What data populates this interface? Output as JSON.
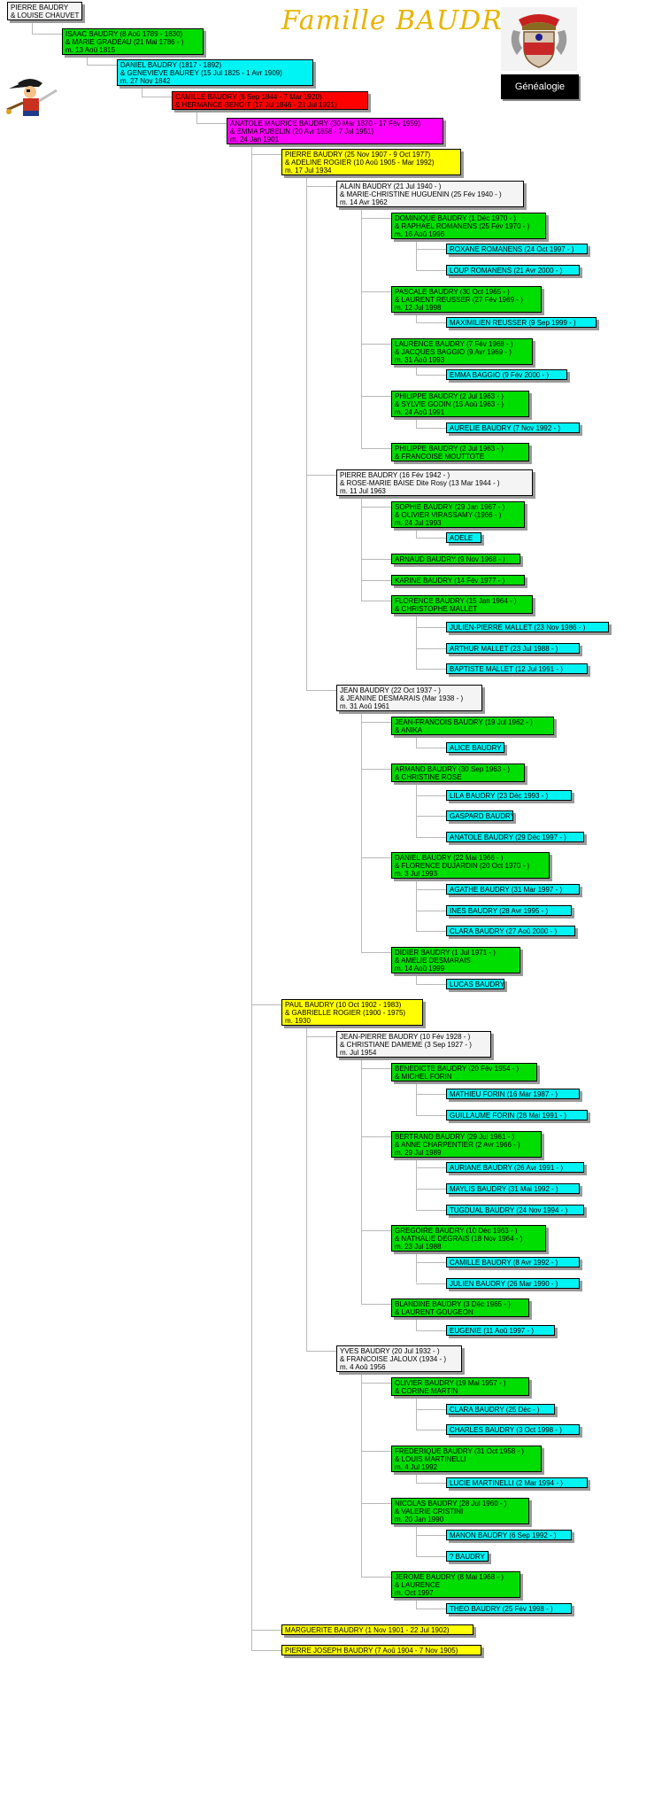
{
  "header": {
    "title": "Famille BAUDRY",
    "genealogie_label": "Généalogie"
  },
  "colors": {
    "c1": "#f4f4f4",
    "c2": "#00dd00",
    "c3": "#00f4f4",
    "c4": "#ff0000",
    "c5": "#ff00ff",
    "c6": "#ffff00"
  },
  "icons": [
    "family-crest-icon",
    "pirate-mascot-icon"
  ],
  "tree": [
    {
      "g": 0,
      "c": "c1",
      "lines": [
        "PIERRE BAUDRY",
        "& LOUISE CHAUVET"
      ]
    },
    {
      "g": 1,
      "c": "c2",
      "lines": [
        "ISAAC BAUDRY (8 Aoû 1789 - 1830)",
        "& MARIE GRADEAU (21 Mai 1786 - )",
        "m. 13 Aoû 1815"
      ]
    },
    {
      "g": 2,
      "c": "c3",
      "lines": [
        "DANIEL BAUDRY (1817 - 1892)",
        "& GENEVIEVE BAUREY (15 Jul 1825 - 1 Avr 1909)",
        "m. 27 Nov 1842"
      ]
    },
    {
      "g": 3,
      "c": "c4",
      "lines": [
        "CAMILLE BAUDRY (6 Sep 1844 - 7 Mar 1920)",
        "& HERMANCE BENOIT (17 Jul 1846 - 21 Jul 1921)"
      ]
    },
    {
      "g": 4,
      "c": "c5",
      "lines": [
        "ANATOLE MAURICE BAUDRY (30 Mar 1870 - 17 Fév 1959)",
        "& EMMA RUBELIN (20 Avr 1858 - 7 Jul 1951)",
        "m. 24 Jan 1901"
      ]
    },
    {
      "g": 5,
      "c": "c6",
      "lines": [
        "PIERRE BAUDRY (25 Nov 1907 - 9 Oct 1977)",
        "& ADELINE ROGIER (10 Aoû 1905 - Mar 1992)",
        "m. 17 Jul 1934"
      ]
    },
    {
      "g": 6,
      "c": "c1",
      "lines": [
        "ALAIN BAUDRY (21 Jul 1940 - )",
        "& MARIE-CHRISTINE HUGUENIN (25 Fév 1940 - )",
        "m. 14 Avr 1962"
      ]
    },
    {
      "g": 7,
      "c": "c2",
      "lines": [
        "DOMINIQUE BAUDRY (1 Déc 1970 - )",
        "& RAPHAEL ROMANENS (25 Fév 1970 - )",
        "m. 16 Aoû 1996"
      ]
    },
    {
      "g": 8,
      "c": "c3",
      "lines": [
        "ROXANE ROMANENS (24 Oct 1997 - )"
      ]
    },
    {
      "g": 8,
      "c": "c3",
      "lines": [
        "LOUP ROMANENS (21 Avr 2000 - )"
      ]
    },
    {
      "g": 7,
      "c": "c2",
      "lines": [
        "PASCALE BAUDRY (30 Oct 1965 - )",
        "& LAURENT REUSSER (27 Fév 1969 - )",
        "m. 12 Jul 1998"
      ]
    },
    {
      "g": 8,
      "c": "c3",
      "lines": [
        "MAXIMILIEN REUSSER (9 Sep 1999 - )"
      ]
    },
    {
      "g": 7,
      "c": "c2",
      "lines": [
        "LAURENCE BAUDRY (7 Fév 1968 - )",
        "& JACQUES BAGGIO (9 Avr 1969 - )",
        "m. 31 Aoû 1993"
      ]
    },
    {
      "g": 8,
      "c": "c3",
      "lines": [
        "EMMA BAGGIO (9 Fév 2000 - )"
      ]
    },
    {
      "g": 7,
      "c": "c2",
      "lines": [
        "PHILIPPE BAUDRY (2 Jul 1963 - )",
        "& SYLVIE GODIN (15 Aoû 1963 - )",
        "m. 24 Aoû 1991"
      ]
    },
    {
      "g": 8,
      "c": "c3",
      "lines": [
        "AURELIE BAUDRY (7 Nov 1992 - )"
      ]
    },
    {
      "g": 7,
      "c": "c2",
      "lines": [
        "PHILIPPE BAUDRY (2 Jul 1963 - )",
        "& FRANCOISE MOUTTOTE"
      ]
    },
    {
      "g": 6,
      "c": "c1",
      "lines": [
        "PIERRE BAUDRY (16 Fév 1942 - )",
        "& ROSE-MARIE BAISE Dite Rosy (13 Mar 1944 - )",
        "m. 11 Jul 1963"
      ]
    },
    {
      "g": 7,
      "c": "c2",
      "lines": [
        "SOPHIE BAUDRY (29 Jan 1967 - )",
        "& OLIVIER VIRASSAMY (1966 - )",
        "m. 24 Jul 1993"
      ]
    },
    {
      "g": 8,
      "c": "c3",
      "lines": [
        "ADELE"
      ]
    },
    {
      "g": 7,
      "c": "c2",
      "lines": [
        "ARNAUD BAUDRY (9 Nov 1968 - )"
      ]
    },
    {
      "g": 7,
      "c": "c2",
      "lines": [
        "KARINE BAUDRY (14 Fév 1977 - )"
      ]
    },
    {
      "g": 7,
      "c": "c2",
      "lines": [
        "FLORENCE BAUDRY (15 Jan 1964 - )",
        "& CHRISTOPHE MALLET"
      ]
    },
    {
      "g": 8,
      "c": "c3",
      "lines": [
        "JULIEN-PIERRE MALLET (23 Nov 1986 - )"
      ]
    },
    {
      "g": 8,
      "c": "c3",
      "lines": [
        "ARTHUR MALLET (23 Jul 1988 - )"
      ]
    },
    {
      "g": 8,
      "c": "c3",
      "lines": [
        "BAPTISTE MALLET (12 Jul 1991 - )"
      ]
    },
    {
      "g": 6,
      "c": "c1",
      "lines": [
        "JEAN BAUDRY (22 Oct 1937 - )",
        "& JEANINE DESMARAIS (Mar 1938 - )",
        "m. 31 Aoû 1961"
      ]
    },
    {
      "g": 7,
      "c": "c2",
      "lines": [
        "JEAN-FRANCOIS BAUDRY (19 Jul 1962 - )",
        "& ANIKA"
      ]
    },
    {
      "g": 8,
      "c": "c3",
      "lines": [
        "ALICE BAUDRY"
      ]
    },
    {
      "g": 7,
      "c": "c2",
      "lines": [
        "ARMAND BAUDRY (30 Sep 1963 - )",
        "& CHRISTINE ROSE"
      ]
    },
    {
      "g": 8,
      "c": "c3",
      "lines": [
        "LILA BAUDRY (23 Déc 1993 - )"
      ]
    },
    {
      "g": 8,
      "c": "c3",
      "lines": [
        "GASPARD BAUDRY"
      ]
    },
    {
      "g": 8,
      "c": "c3",
      "lines": [
        "ANATOLE BAUDRY (29 Déc 1997 - )"
      ]
    },
    {
      "g": 7,
      "c": "c2",
      "lines": [
        "DANIEL BAUDRY (22 Mai 1966 - )",
        "& FLORENCE DUJARDIN (20 Oct 1970 - )",
        "m. 3 Jul 1993"
      ]
    },
    {
      "g": 8,
      "c": "c3",
      "lines": [
        "AGATHE BAUDRY (31 Mar 1997 - )"
      ]
    },
    {
      "g": 8,
      "c": "c3",
      "lines": [
        "INES BAUDRY (28 Avr 1995 - )"
      ]
    },
    {
      "g": 8,
      "c": "c3",
      "lines": [
        "CLARA BAUDRY (27 Aoû 2000 - )"
      ]
    },
    {
      "g": 7,
      "c": "c2",
      "lines": [
        "DIDIER BAUDRY (1 Jul 1971 - )",
        "& AMELIE DESMARAIS",
        "m. 14 Aoû 1999"
      ]
    },
    {
      "g": 8,
      "c": "c3",
      "lines": [
        "LUCAS BAUDRY"
      ]
    },
    {
      "g": 5,
      "c": "c6",
      "lines": [
        "PAUL BAUDRY (10 Oct 1902 - 1983)",
        "& GABRIELLE ROGIER (1900 - 1975)",
        "m. 1930"
      ]
    },
    {
      "g": 6,
      "c": "c1",
      "lines": [
        "JEAN-PIERRE BAUDRY (10 Fév 1928 - )",
        "& CHRISTIANE DAMEME (3 Sep 1927 - )",
        "m. Jul 1954"
      ]
    },
    {
      "g": 7,
      "c": "c2",
      "lines": [
        "BENEDICTE BAUDRY (20 Fév 1954 - )",
        "& MICHEL FORIN"
      ]
    },
    {
      "g": 8,
      "c": "c3",
      "lines": [
        "MATHIEU FORIN (16 Mar 1987 - )"
      ]
    },
    {
      "g": 8,
      "c": "c3",
      "lines": [
        "GUILLAUME FORIN (28 Mai 1991 - )"
      ]
    },
    {
      "g": 7,
      "c": "c2",
      "lines": [
        "BERTRAND BAUDRY (29 Jul 1961 - )",
        "& ANNE CHARPENTIER (2 Avr 1966 - )",
        "m. 29 Jul 1989"
      ]
    },
    {
      "g": 8,
      "c": "c3",
      "lines": [
        "AURIANE BAUDRY (26 Avr 1991 - )"
      ]
    },
    {
      "g": 8,
      "c": "c3",
      "lines": [
        "MAYLIS BAUDRY (31 Mai 1992 - )"
      ]
    },
    {
      "g": 8,
      "c": "c3",
      "lines": [
        "TUGDUAL BAUDRY (24 Nov 1994 - )"
      ]
    },
    {
      "g": 7,
      "c": "c2",
      "lines": [
        "GREGOIRE BAUDRY (10 Déc 1963 - )",
        "& NATHALIE DEGRAIS (18 Nov 1964 - )",
        "m. 23 Jul 1988"
      ]
    },
    {
      "g": 8,
      "c": "c3",
      "lines": [
        "CAMILLE BAUDRY (8 Avr 1992 - )"
      ]
    },
    {
      "g": 8,
      "c": "c3",
      "lines": [
        "JULIEN BAUDRY (26 Mar 1990 - )"
      ]
    },
    {
      "g": 7,
      "c": "c2",
      "lines": [
        "BLANDINE BAUDRY (3 Déc 1965 - )",
        "& LAURENT GOUGEON"
      ]
    },
    {
      "g": 8,
      "c": "c3",
      "lines": [
        "EUGENIE (11 Aoû 1997 - )"
      ]
    },
    {
      "g": 6,
      "c": "c1",
      "lines": [
        "YVES BAUDRY (20 Jul 1932 - )",
        "& FRANCOISE JALOUX (1934 - )",
        "m. 4 Aoû 1956"
      ]
    },
    {
      "g": 7,
      "c": "c2",
      "lines": [
        "OLIVIER BAUDRY (19 Mai 1957 - )",
        "& CORINE MARTIN"
      ]
    },
    {
      "g": 8,
      "c": "c3",
      "lines": [
        "CLARA BAUDRY (25 Déc - )"
      ]
    },
    {
      "g": 8,
      "c": "c3",
      "lines": [
        "CHARLES BAUDRY (3 Oct 1998 - )"
      ]
    },
    {
      "g": 7,
      "c": "c2",
      "lines": [
        "FREDERIQUE BAUDRY (31 Oct 1958 - )",
        "& LOUIS MARTINELLI",
        "m. 4 Jul 1992"
      ]
    },
    {
      "g": 8,
      "c": "c3",
      "lines": [
        "LUCIE MARTINELLI (2 Mar 1994 - )"
      ]
    },
    {
      "g": 7,
      "c": "c2",
      "lines": [
        "NICOLAS BAUDRY (28 Jul 1960 - )",
        "& VALERIE CRISTINI",
        "m. 20 Jan 1990"
      ]
    },
    {
      "g": 8,
      "c": "c3",
      "lines": [
        "MANON BAUDRY (6 Sep 1992 - )"
      ]
    },
    {
      "g": 8,
      "c": "c3",
      "lines": [
        "? BAUDRY"
      ]
    },
    {
      "g": 7,
      "c": "c2",
      "lines": [
        "JEROME BAUDRY (8 Mai 1968 - )",
        "& LAURENCE",
        "m. Oct 1997"
      ]
    },
    {
      "g": 8,
      "c": "c3",
      "lines": [
        "THEO BAUDRY (25 Fév 1998 - )"
      ]
    },
    {
      "g": 5,
      "c": "c6",
      "lines": [
        "MARGUERITE BAUDRY (1 Nov 1901 - 22 Jul 1902)"
      ]
    },
    {
      "g": 5,
      "c": "c6",
      "lines": [
        "PIERRE JOSEPH BAUDRY (7 Aoû 1904 - 7 Nov 1905)"
      ]
    }
  ]
}
